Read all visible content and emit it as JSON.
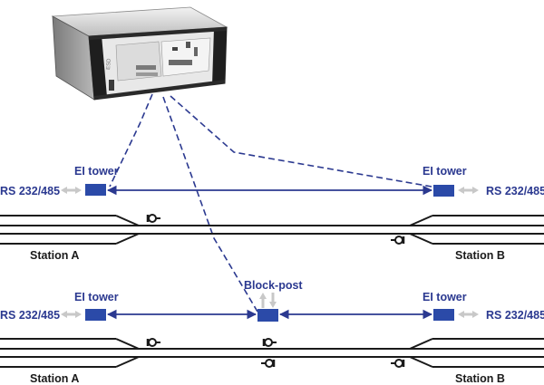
{
  "device": {
    "model_label": "ESD"
  },
  "top": {
    "left_tower": "EI tower",
    "right_tower": "EI tower",
    "left_interface": "RS 232/485",
    "right_interface": "RS 232/485",
    "left_station": "Station A",
    "right_station": "Station B"
  },
  "bottom": {
    "left_tower": "EI tower",
    "block_post": "Block-post",
    "right_tower": "EI tower",
    "left_interface": "RS 232/485",
    "right_interface": "RS 232/485",
    "left_station": "Station A",
    "right_station": "Station B"
  },
  "colors": {
    "link_blue": "#2b3990",
    "box_blue": "#2b4aa8",
    "track_black": "#1a1a1a",
    "arrow_grey": "#c8c8c8"
  }
}
